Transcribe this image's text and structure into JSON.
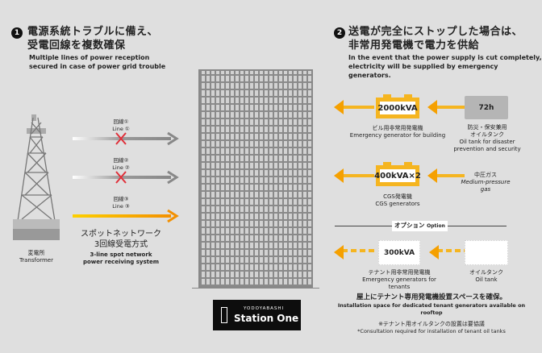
{
  "section1": {
    "number": "1",
    "title_line1": "電源系統トラブルに備え、",
    "title_line2": "受電回線を複数確保",
    "en_line1": "Multiple lines of power reception",
    "en_line2": "secured in case of power grid trouble"
  },
  "section2": {
    "number": "2",
    "title_line1": "送電が完全にストップした場合は、",
    "title_line2": "非常用発電機で電力を供給",
    "en_line1": "In the event that the power supply is cut completely,",
    "en_line2": "electricity will be supplied by emergency generators."
  },
  "transformer": {
    "jp": "変電所",
    "en": "Transformer"
  },
  "lines": [
    {
      "jp": "回線①",
      "en": "Line ①",
      "status": "failed"
    },
    {
      "jp": "回線②",
      "en": "Line ②",
      "status": "failed"
    },
    {
      "jp": "回線③",
      "en": "Line ③",
      "status": "active"
    }
  ],
  "spot_network": {
    "jp_line1": "スポットネットワーク",
    "jp_line2": "3回線受電方式",
    "en_line1": "3-line spot network",
    "en_line2": "power receiving system"
  },
  "building_generator": {
    "value": "2000kVA",
    "jp": "ビル用非常用発電機",
    "en": "Emergency generator for building"
  },
  "oil_tank": {
    "value": "72h",
    "jp_line1": "防災・保安兼用",
    "jp_line2": "オイルタンク",
    "en_line1": "Oil tank for disaster",
    "en_line2": "prevention and security"
  },
  "cgs": {
    "value": "400kVA×2",
    "jp": "CGS発電機",
    "en": "CGS generators"
  },
  "gas": {
    "jp": "中圧ガス",
    "en": "Medium-pressure gas"
  },
  "option": {
    "jp": "オプション",
    "en": "Option"
  },
  "tenant_generator": {
    "value": "300kVA",
    "jp": "テナント用非常用発電機",
    "en": "Emergency generators for tenants"
  },
  "tenant_tank": {
    "jp": "オイルタンク",
    "en": "Oil tank"
  },
  "rooftop": {
    "jp": "屋上にテナント専用発電機設置スペースを確保。",
    "en": "Installation space for dedicated tenant generators available on rooftop",
    "note_jp": "※テナント用オイルタンクの設置は要協議",
    "note_en": "*Consultation required for installation of tenant oil tanks"
  },
  "logo": {
    "small": "YODOYABASHI",
    "name": "Station One"
  },
  "colors": {
    "orange": "#f5a000",
    "yellow": "#f5b520",
    "red": "#e0303a",
    "gray": "#888888"
  }
}
